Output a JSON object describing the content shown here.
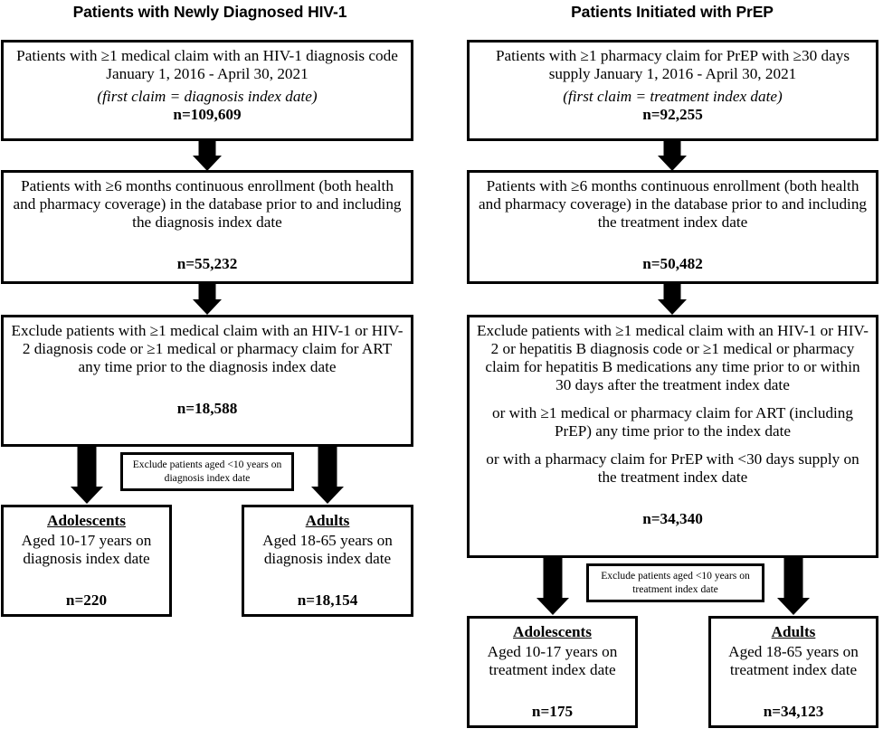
{
  "columns": [
    {
      "id": "hiv",
      "title": "Patients with Newly Diagnosed HIV-1",
      "boxes": [
        {
          "id": "hiv-box1",
          "line1": "Patients with ≥1 medical claim with an HIV-1 diagnosis code January 1, 2016 - April 30, 2021",
          "italic": "(first claim = diagnosis index date)",
          "n": "n=109,609"
        },
        {
          "id": "hiv-box2",
          "line1": "Patients with ≥6 months continuous enrollment (both health and pharmacy coverage) in the database prior to and including the diagnosis index date",
          "n": "n=55,232"
        },
        {
          "id": "hiv-box3",
          "line1": "Exclude patients with ≥1 medical claim with an HIV-1 or HIV-2 diagnosis code or ≥1 medical or pharmacy claim for ART any time prior to the diagnosis index date",
          "n": "n=18,588"
        }
      ],
      "exclusion_note": "Exclude patients aged <10 years on diagnosis index date",
      "outcomes": [
        {
          "id": "hiv-adolescents",
          "header": "Adolescents",
          "detail": "Aged 10-17 years on diagnosis index date",
          "n": "n=220"
        },
        {
          "id": "hiv-adults",
          "header": "Adults",
          "detail": "Aged 18-65 years on diagnosis index date",
          "n": "n=18,154"
        }
      ]
    },
    {
      "id": "prep",
      "title": "Patients Initiated with PrEP",
      "boxes": [
        {
          "id": "prep-box1",
          "line1": "Patients with ≥1 pharmacy claim for PrEP with ≥30 days supply January 1, 2016 - April 30, 2021",
          "italic": "(first claim = treatment index date)",
          "n": "n=92,255"
        },
        {
          "id": "prep-box2",
          "line1": "Patients with ≥6 months continuous enrollment (both health and pharmacy coverage) in the database prior to and including the treatment index date",
          "n": "n=50,482"
        },
        {
          "id": "prep-box3",
          "line1": "Exclude patients with ≥1 medical claim with an HIV-1 or HIV-2 or hepatitis B diagnosis code or ≥1 medical or pharmacy claim for hepatitis B medications any time prior to or within 30 days after the treatment index date",
          "line2": "or with ≥1 medical or pharmacy claim for ART (including PrEP) any time prior to the index date",
          "line3": "or with a pharmacy claim for PrEP with <30 days supply on the treatment index date",
          "n": "n=34,340"
        }
      ],
      "exclusion_note": "Exclude patients aged <10 years on treatment index date",
      "outcomes": [
        {
          "id": "prep-adolescents",
          "header": "Adolescents",
          "detail": "Aged 10-17 years on treatment index date",
          "n": "n=175"
        },
        {
          "id": "prep-adults",
          "header": "Adults",
          "detail": "Aged 18-65 years on treatment index date",
          "n": "n=34,123"
        }
      ]
    }
  ],
  "colors": {
    "stroke": "#000000",
    "background": "#ffffff",
    "text": "#000000"
  }
}
